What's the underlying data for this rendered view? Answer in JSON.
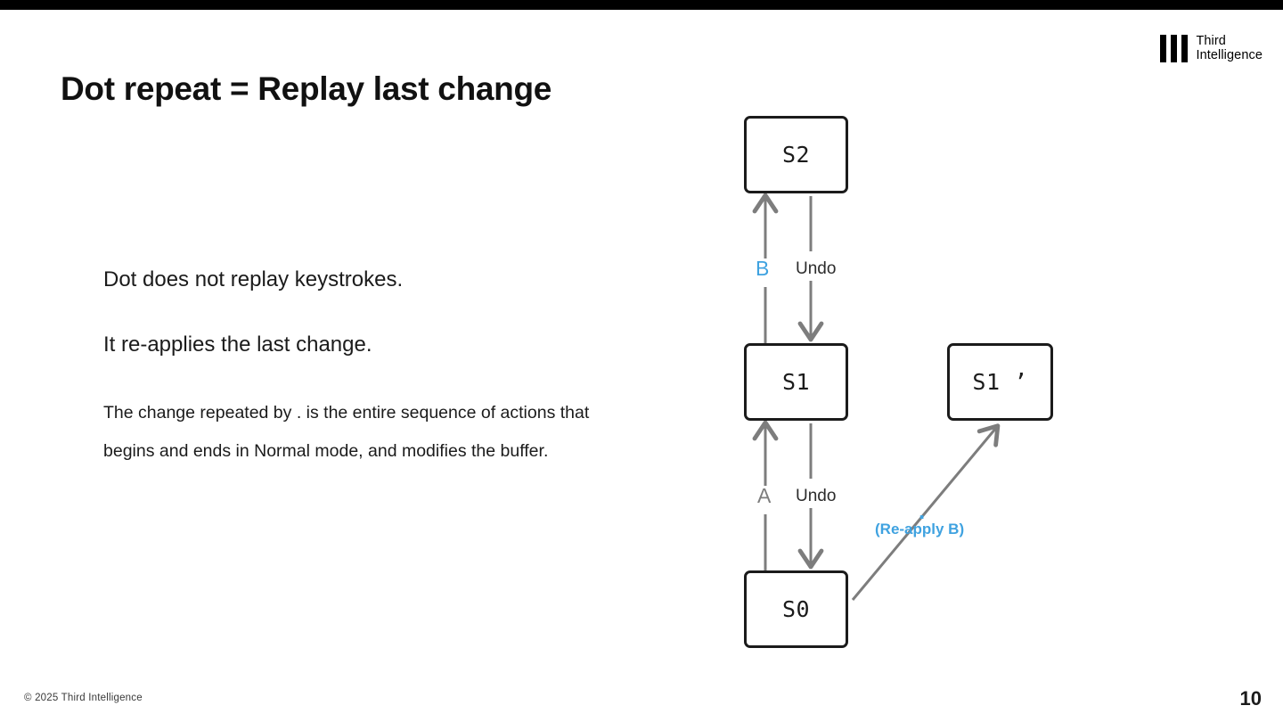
{
  "slide": {
    "title": "Dot repeat = Replay last change",
    "page_number": "10",
    "copyright": "© 2025 Third Intelligence",
    "accent_blue": "#3fa2e0",
    "ink": "#1b1b1b",
    "gray": "#7d7d7d"
  },
  "brand": {
    "line1": "Third",
    "line2": "Intelligence"
  },
  "body": {
    "lead_1": "Dot does not replay keystrokes.",
    "lead_2": "It re-applies the last change.",
    "paragraph": "The change repeated by . is the entire sequence of actions that begins and ends in Normal mode, and modifies the buffer."
  },
  "diagram": {
    "nodes": [
      {
        "id": "s2",
        "label": "S2"
      },
      {
        "id": "s1",
        "label": "S1"
      },
      {
        "id": "s0",
        "label": "S0"
      },
      {
        "id": "s1p",
        "label": "S1 ’"
      }
    ],
    "edges": [
      {
        "id": "s1-to-s2",
        "from": "S1",
        "to": "S2",
        "label": "B",
        "color": "#3fa2e0",
        "direction": "up"
      },
      {
        "id": "s2-to-s1",
        "from": "S2",
        "to": "S1",
        "label": "Undo",
        "color": "#2c2c2c",
        "direction": "down"
      },
      {
        "id": "s0-to-s1",
        "from": "S0",
        "to": "S1",
        "label": "A",
        "color": "#7d7d7d",
        "direction": "up"
      },
      {
        "id": "s1-to-s0",
        "from": "S1",
        "to": "S0",
        "label": "Undo",
        "color": "#2c2c2c",
        "direction": "down"
      },
      {
        "id": "s0-to-s1p",
        "from": "S0",
        "to": "S1 ’",
        "label": ".",
        "sublabel": "(Re-apply B)",
        "color": "#3fa2e0",
        "direction": "diagonal-up-right"
      }
    ],
    "dot_label": ".",
    "reapply_label": "(Re-apply B)"
  }
}
